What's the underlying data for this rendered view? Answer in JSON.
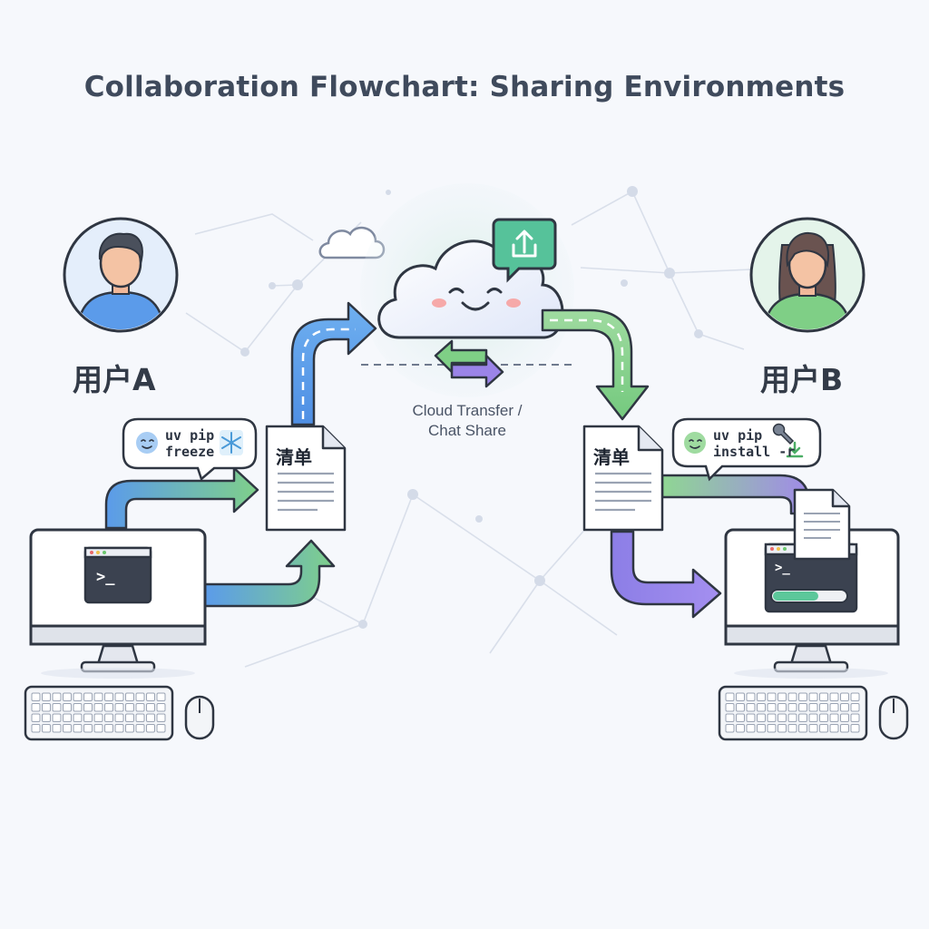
{
  "title": "Collaboration Flowchart: Sharing Environments",
  "user_a": {
    "label": "用户A"
  },
  "user_b": {
    "label": "用户B"
  },
  "cloud": {
    "caption_line1": "Cloud Transfer /",
    "caption_line2": "Chat Share"
  },
  "bubble_a": {
    "line1": "uv pip",
    "line2": "freeze"
  },
  "bubble_b": {
    "line1": "uv pip",
    "line2": "install -r"
  },
  "doc_a": {
    "label": "清单"
  },
  "doc_b": {
    "label": "清单"
  },
  "terminal_prompt": ">_",
  "icons": [
    "user-avatar-icon",
    "cloud-icon",
    "upload-icon",
    "snowflake-icon",
    "wrench-icon",
    "download-icon",
    "terminal-icon",
    "document-icon",
    "keyboard-icon",
    "mouse-icon",
    "swap-arrows-icon",
    "progress-bar"
  ],
  "colors": {
    "blue": "#5b9bea",
    "green": "#7fcf86",
    "purple": "#9b84e8",
    "outline": "#2f3642"
  }
}
